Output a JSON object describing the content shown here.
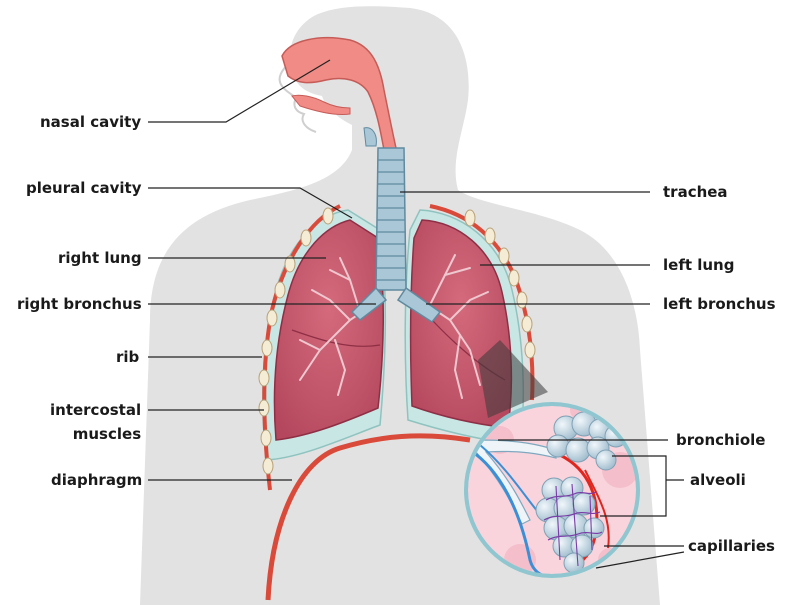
{
  "labels": {
    "nasal_cavity": "nasal cavity",
    "pleural_cavity": "pleural cavity",
    "right_lung": "right lung",
    "right_bronchus": "right bronchus",
    "rib": "rib",
    "intercostal_line1": "intercostal",
    "intercostal_line2": "muscles",
    "diaphragm": "diaphragm",
    "trachea": "trachea",
    "left_lung": "left lung",
    "left_bronchus": "left bronchus",
    "bronchiole": "bronchiole",
    "alveoli": "alveoli",
    "capillaries": "capillaries"
  },
  "colors": {
    "body": "#e2e2e2",
    "lung": "#c9566a",
    "lung_dark": "#a83a52",
    "pleura": "#c8e6e4",
    "trachea": "#a9c7d6",
    "nasal": "#f08b86",
    "rib": "#f5ecd5",
    "muscle": "#d94a3a",
    "inset_bg": "#f9d4dc",
    "alveoli": "#c9dde8",
    "artery": "#e0271f",
    "vein": "#3b8fd6"
  }
}
